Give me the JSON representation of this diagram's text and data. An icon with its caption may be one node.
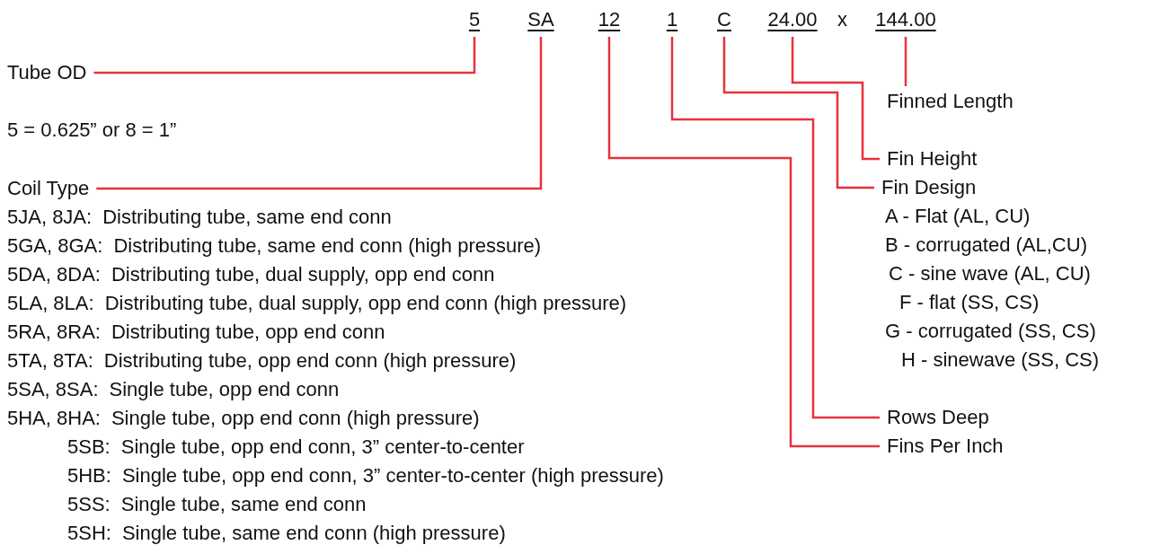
{
  "diagram": {
    "nodes": [
      {
        "text": [
          "5"
        ]
      },
      {
        "text": [
          "SA"
        ]
      },
      {
        "text": [
          "12"
        ]
      },
      {
        "text": [
          "1"
        ]
      },
      {
        "text": [
          "C"
        ]
      },
      {
        "text": [
          "24.00"
        ]
      },
      {
        "text": [
          "144.00"
        ]
      },
      {
        "text": [
          "Tube OD"
        ]
      },
      {
        "text": [
          "Coil Type"
        ]
      },
      {
        "text": [
          "Finned Length"
        ]
      },
      {
        "text": [
          "Fin Height"
        ]
      },
      {
        "text": [
          "Fin Design"
        ]
      },
      {
        "text": [
          "Rows Deep"
        ]
      },
      {
        "text": [
          "Fins Per Inch"
        ]
      }
    ],
    "edges": [
      {
        "from": 0,
        "to": 7,
        "arrow": "none"
      },
      {
        "from": 1,
        "to": 8,
        "arrow": "none"
      },
      {
        "from": 2,
        "to": 13,
        "arrow": "none"
      },
      {
        "from": 3,
        "to": 12,
        "arrow": "none"
      },
      {
        "from": 4,
        "to": 11,
        "arrow": "none"
      },
      {
        "from": 5,
        "to": 10,
        "arrow": "none"
      },
      {
        "from": 6,
        "to": 9,
        "arrow": "none"
      }
    ],
    "labels": [
      "x",
      "5 = 0.625” or 8 = 1”",
      "5JA, 8JA:",
      "Distributing tube, same end conn",
      "5GA, 8GA:",
      "Distributing tube, same end conn (high pressure)",
      "5DA, 8DA:",
      "Distributing tube, dual supply, opp end conn",
      "5LA, 8LA:",
      "Distributing tube, dual supply, opp end conn (high pressure)",
      "5RA, 8RA:",
      "Distributing tube, opp end conn",
      "5TA, 8TA:",
      "Distributing tube, opp end conn (high pressure)",
      "5SA, 8SA:",
      "Single tube, opp end conn",
      "5HA, 8HA:",
      "Single tube, opp end conn (high pressure)",
      "5SB:",
      "Single tube, opp end conn, 3” center-to-center",
      "5HB:",
      "Single tube, opp end conn, 3” center-to-center (high pressure)",
      "5SS:",
      "Single tube, same end conn",
      "5SH:",
      "Single tube, same end conn (high pressure)",
      "A - Flat (AL, CU)",
      "B - corrugated (AL,CU)",
      "C - sine wave (AL, CU)",
      "F - flat (SS, CS)",
      "G - corrugated (SS, CS)",
      "H - sinewave (SS, CS)"
    ]
  }
}
